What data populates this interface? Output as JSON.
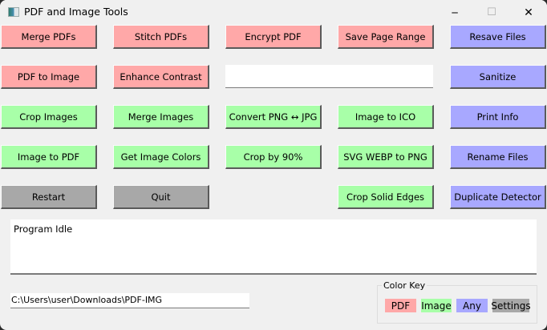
{
  "window": {
    "title": "PDF and Image Tools",
    "controls": {
      "minimize": "─",
      "maximize": "☐",
      "close": "✕"
    }
  },
  "colors": {
    "pdf": "#ffa8a8",
    "image": "#a8ffa8",
    "any": "#a8a8ff",
    "settings": "#a8a8a8"
  },
  "buttons": {
    "merge_pdfs": "Merge PDFs",
    "stitch_pdfs": "Stitch PDFs",
    "encrypt_pdf": "Encrypt PDF",
    "save_page_range": "Save Page Range",
    "resave_files": "Resave Files",
    "pdf_to_image": "PDF to Image",
    "enhance_contrast": "Enhance Contrast",
    "sanitize": "Sanitize",
    "crop_images": "Crop Images",
    "merge_images": "Merge Images",
    "convert_png_jpg": "Convert PNG ↔ JPG",
    "image_to_ico": "Image to ICO",
    "print_info": "Print Info",
    "image_to_pdf": "Image to PDF",
    "get_image_colors": "Get Image Colors",
    "crop_by_90": "Crop by 90%",
    "svg_webp_to_png": "SVG WEBP to PNG",
    "rename_files": "Rename Files",
    "restart": "Restart",
    "quit": "Quit",
    "crop_solid_edges": "Crop Solid Edges",
    "duplicate_detector": "Duplicate Detector"
  },
  "page_range_input": {
    "value": ""
  },
  "status": {
    "text": "Program Idle"
  },
  "directory": {
    "value": "C:\\Users\\user\\Downloads\\PDF-IMG"
  },
  "color_key": {
    "title": "Color Key",
    "items": [
      "PDF",
      "Image",
      "Any",
      "Settings"
    ]
  }
}
